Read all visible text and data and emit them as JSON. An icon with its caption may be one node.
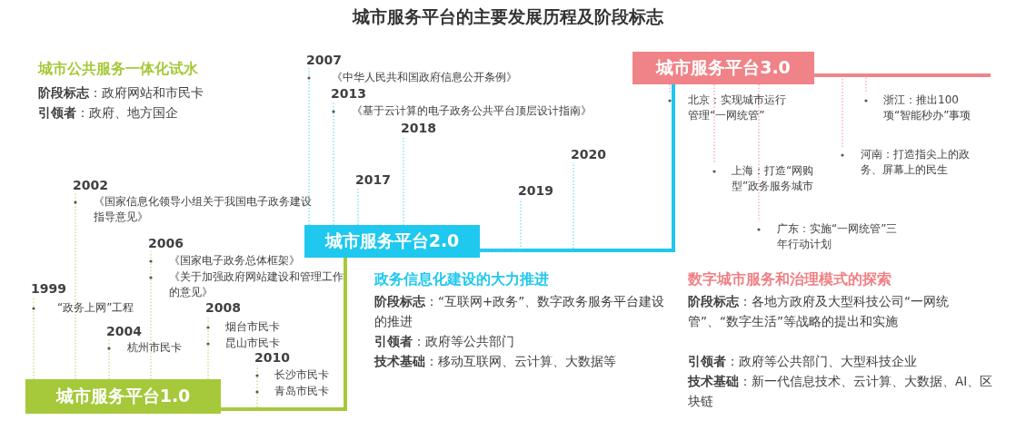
{
  "diagram": {
    "title": "城市服务平台的主要发展历程及阶段标志",
    "nodes": [
      {
        "text": [
          "城市服务平台1.0"
        ]
      },
      {
        "text": [
          "城市服务平台2.0"
        ]
      },
      {
        "text": [
          "城市服务平台3.0"
        ]
      },
      {
        "text": [
          "2007"
        ]
      },
      {
        "text": [
          "2013"
        ]
      },
      {
        "text": [
          "2018"
        ]
      },
      {
        "text": [
          "2020"
        ]
      },
      {
        "text": [
          "2017"
        ]
      },
      {
        "text": [
          "2019"
        ]
      },
      {
        "text": [
          "2002"
        ]
      },
      {
        "text": [
          "2006"
        ]
      },
      {
        "text": [
          "1999"
        ]
      },
      {
        "text": [
          "2004"
        ]
      },
      {
        "text": [
          "2008"
        ]
      },
      {
        "text": [
          "2010"
        ]
      },
      {
        "text": [
          "北京：实现城市运行管理“一网统管”"
        ]
      },
      {
        "text": [
          "浙江：推出100项“智能秒办”事项"
        ]
      },
      {
        "text": [
          "河南：打造指尖上的政务、屏幕上的民生"
        ]
      },
      {
        "text": [
          "上海：打造“网购型”政务服务城市"
        ]
      },
      {
        "text": [
          "广东：实施“一网统管”三年行动计划"
        ]
      }
    ],
    "edges": [
      {
        "from": 0,
        "to": 1,
        "arrow": "none",
        "style": "thick",
        "color": "#a5c93a"
      },
      {
        "from": 1,
        "to": 2,
        "arrow": "none",
        "style": "thick",
        "color": "#1ec8ef"
      },
      {
        "from": 1,
        "to": 3,
        "arrow": "none",
        "style": "dashed",
        "color": "#4fd0f0"
      },
      {
        "from": 1,
        "to": 4,
        "arrow": "none",
        "style": "dashed",
        "color": "#4fd0f0"
      },
      {
        "from": 1,
        "to": 5,
        "arrow": "none",
        "style": "dashed",
        "color": "#4fd0f0"
      },
      {
        "from": 1,
        "to": 6,
        "arrow": "none",
        "style": "dashed",
        "color": "#4fd0f0"
      },
      {
        "from": 1,
        "to": 7,
        "arrow": "none",
        "style": "dashed",
        "color": "#4fd0f0"
      },
      {
        "from": 1,
        "to": 8,
        "arrow": "none",
        "style": "dashed",
        "color": "#4fd0f0"
      },
      {
        "from": 0,
        "to": 9,
        "arrow": "none",
        "style": "dashed",
        "color": "#b5d35a"
      },
      {
        "from": 0,
        "to": 10,
        "arrow": "none",
        "style": "dashed",
        "color": "#b5d35a"
      },
      {
        "from": 0,
        "to": 11,
        "arrow": "none",
        "style": "dashed",
        "color": "#b5d35a"
      },
      {
        "from": 0,
        "to": 12,
        "arrow": "none",
        "style": "dashed",
        "color": "#b5d35a"
      },
      {
        "from": 0,
        "to": 13,
        "arrow": "none",
        "style": "dashed",
        "color": "#b5d35a"
      },
      {
        "from": 0,
        "to": 14,
        "arrow": "none",
        "style": "dashed",
        "color": "#b5d35a"
      },
      {
        "from": 2,
        "to": 15,
        "arrow": "none",
        "style": "dashed",
        "color": "#f08a8f"
      },
      {
        "from": 2,
        "to": 16,
        "arrow": "none",
        "style": "dashed",
        "color": "#f08a8f"
      },
      {
        "from": 2,
        "to": 17,
        "arrow": "none",
        "style": "dashed",
        "color": "#f08a8f"
      },
      {
        "from": 2,
        "to": 18,
        "arrow": "none",
        "style": "dashed",
        "color": "#f08a8f"
      },
      {
        "from": 2,
        "to": 19,
        "arrow": "none",
        "style": "dashed",
        "color": "#f08a8f"
      }
    ],
    "labels": [
      "城市公共服务一体化试水",
      "**阶段标志**：政府网站和市民卡",
      "**引领者**：政府、地方国企",
      "《中华人民共和国政府信息公开条例》",
      "《基于云计算的电子政务公共平台顶层设计指南》",
      "《国家信息化领导小组关于我国电子政务建设指导意见》",
      "《国家电子政务总体框架》",
      "《关于加强政府网站建设和管理工作的意见》",
      "“政务上网”工程",
      "杭州市民卡",
      "烟台市民卡",
      "昆山市民卡",
      "长沙市民卡",
      "青岛市民卡",
      "政务信息化建设的大力推进",
      "**阶段标志**：“互联网+政务”、数字政务服务平台建设的推进",
      "**引领者**：政府等公共部门",
      "**技术基础**：移动互联网、云计算、大数据等",
      "数字城市服务和治理模式的探索",
      "**阶段标志**：各地方政府及大型科技公司“一网统管”、“数字生活”等战略的提出和实施",
      "**引领者**：政府等公共部门、大型科技企业",
      "**技术基础**：新一代信息技术、云计算、大数据、AI、区块链"
    ]
  }
}
